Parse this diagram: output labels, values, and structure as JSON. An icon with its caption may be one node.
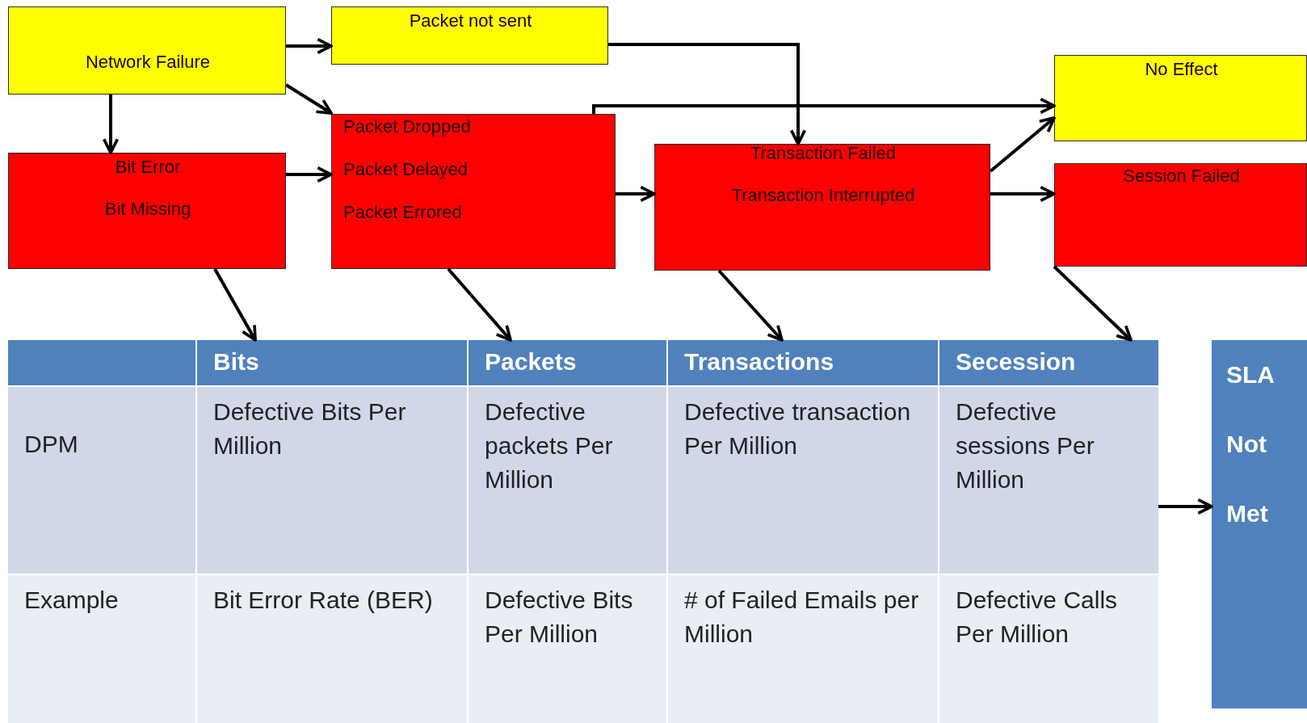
{
  "diagram": {
    "nodes": [
      {
        "text": [
          "Network Failure"
        ]
      },
      {
        "text": [
          "Packet not sent"
        ]
      },
      {
        "text": [
          "Bit Error",
          "Bit Missing"
        ]
      },
      {
        "text": [
          "Packet Dropped",
          "Packet Delayed",
          "Packet Errored"
        ]
      },
      {
        "text": [
          "Transaction Failed",
          "Transaction Interrupted"
        ]
      },
      {
        "text": [
          "No Effect"
        ]
      },
      {
        "text": [
          "Session Failed"
        ]
      },
      {
        "text": [
          "Bits"
        ]
      },
      {
        "text": [
          "Packets"
        ]
      },
      {
        "text": [
          "Transactions"
        ]
      },
      {
        "text": [
          "Secession"
        ]
      },
      {
        "text": [
          "SLA Not Met"
        ]
      },
      {
        "text": [
          "Defective sessions Per Million"
        ]
      }
    ],
    "edges": [
      {
        "from": 0,
        "to": 1,
        "arrow": "to"
      },
      {
        "from": 0,
        "to": 3,
        "arrow": "to"
      },
      {
        "from": 0,
        "to": 2,
        "arrow": "to"
      },
      {
        "from": 2,
        "to": 3,
        "arrow": "to"
      },
      {
        "from": 1,
        "to": 4,
        "arrow": "to"
      },
      {
        "from": 3,
        "to": 5,
        "arrow": "to"
      },
      {
        "from": 3,
        "to": 4,
        "arrow": "to"
      },
      {
        "from": 4,
        "to": 5,
        "arrow": "to"
      },
      {
        "from": 4,
        "to": 6,
        "arrow": "to"
      },
      {
        "from": 2,
        "to": 7,
        "arrow": "to"
      },
      {
        "from": 3,
        "to": 8,
        "arrow": "to"
      },
      {
        "from": 4,
        "to": 9,
        "arrow": "to"
      },
      {
        "from": 6,
        "to": 10,
        "arrow": "to"
      },
      {
        "from": 12,
        "to": 11,
        "arrow": "to"
      }
    ],
    "labels": [
      "DPM",
      "Defective Bits Per Million",
      "Defective packets Per Million",
      "Defective transaction Per Million",
      "Example",
      "Bit Error Rate (BER)",
      "Defective Bits Per Million",
      "# of Failed Emails per Million",
      "Defective Calls Per Million"
    ]
  }
}
